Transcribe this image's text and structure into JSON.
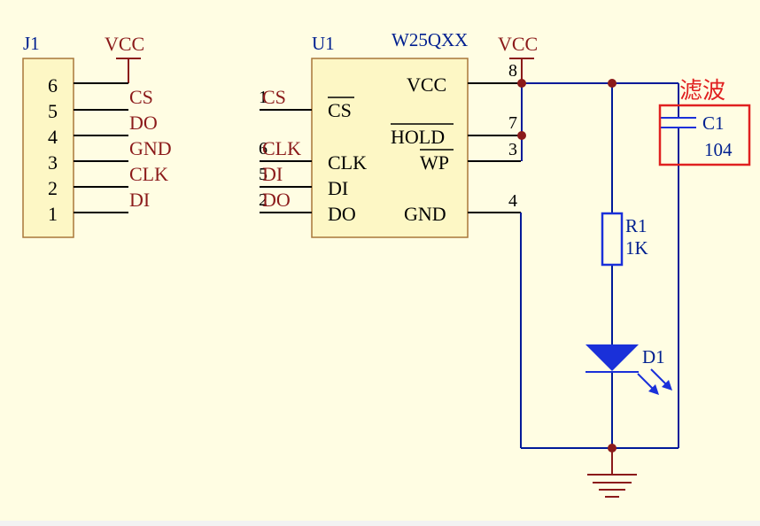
{
  "schematic": {
    "j1": {
      "ref": "J1",
      "power": "VCC",
      "pins": [
        "6",
        "5",
        "4",
        "3",
        "2",
        "1"
      ],
      "nets": [
        "CS",
        "DO",
        "GND",
        "CLK",
        "DI"
      ]
    },
    "u1": {
      "ref": "U1",
      "part": "W25QXX",
      "power": "VCC",
      "left_pins": [
        "CS",
        "CLK",
        "DI",
        "DO"
      ],
      "right_pins": [
        "VCC",
        "HOLD",
        "WP",
        "GND"
      ],
      "left_nets": [
        "CS",
        "CLK",
        "DI",
        "DO"
      ],
      "left_pin_numbers": [
        "1",
        "6",
        "5",
        "2"
      ],
      "right_pin_numbers": [
        "8",
        "7",
        "3",
        "4"
      ]
    },
    "c1": {
      "ref": "C1",
      "value": "104",
      "annotation": "滤波"
    },
    "r1": {
      "ref": "R1",
      "value": "1K"
    },
    "d1": {
      "ref": "D1"
    }
  },
  "colors": {
    "background": "#fffde3",
    "part_outline": "#a8773a",
    "net_label": "#8b1a1a",
    "wire": "#001a99",
    "annotation": "#e02020"
  }
}
